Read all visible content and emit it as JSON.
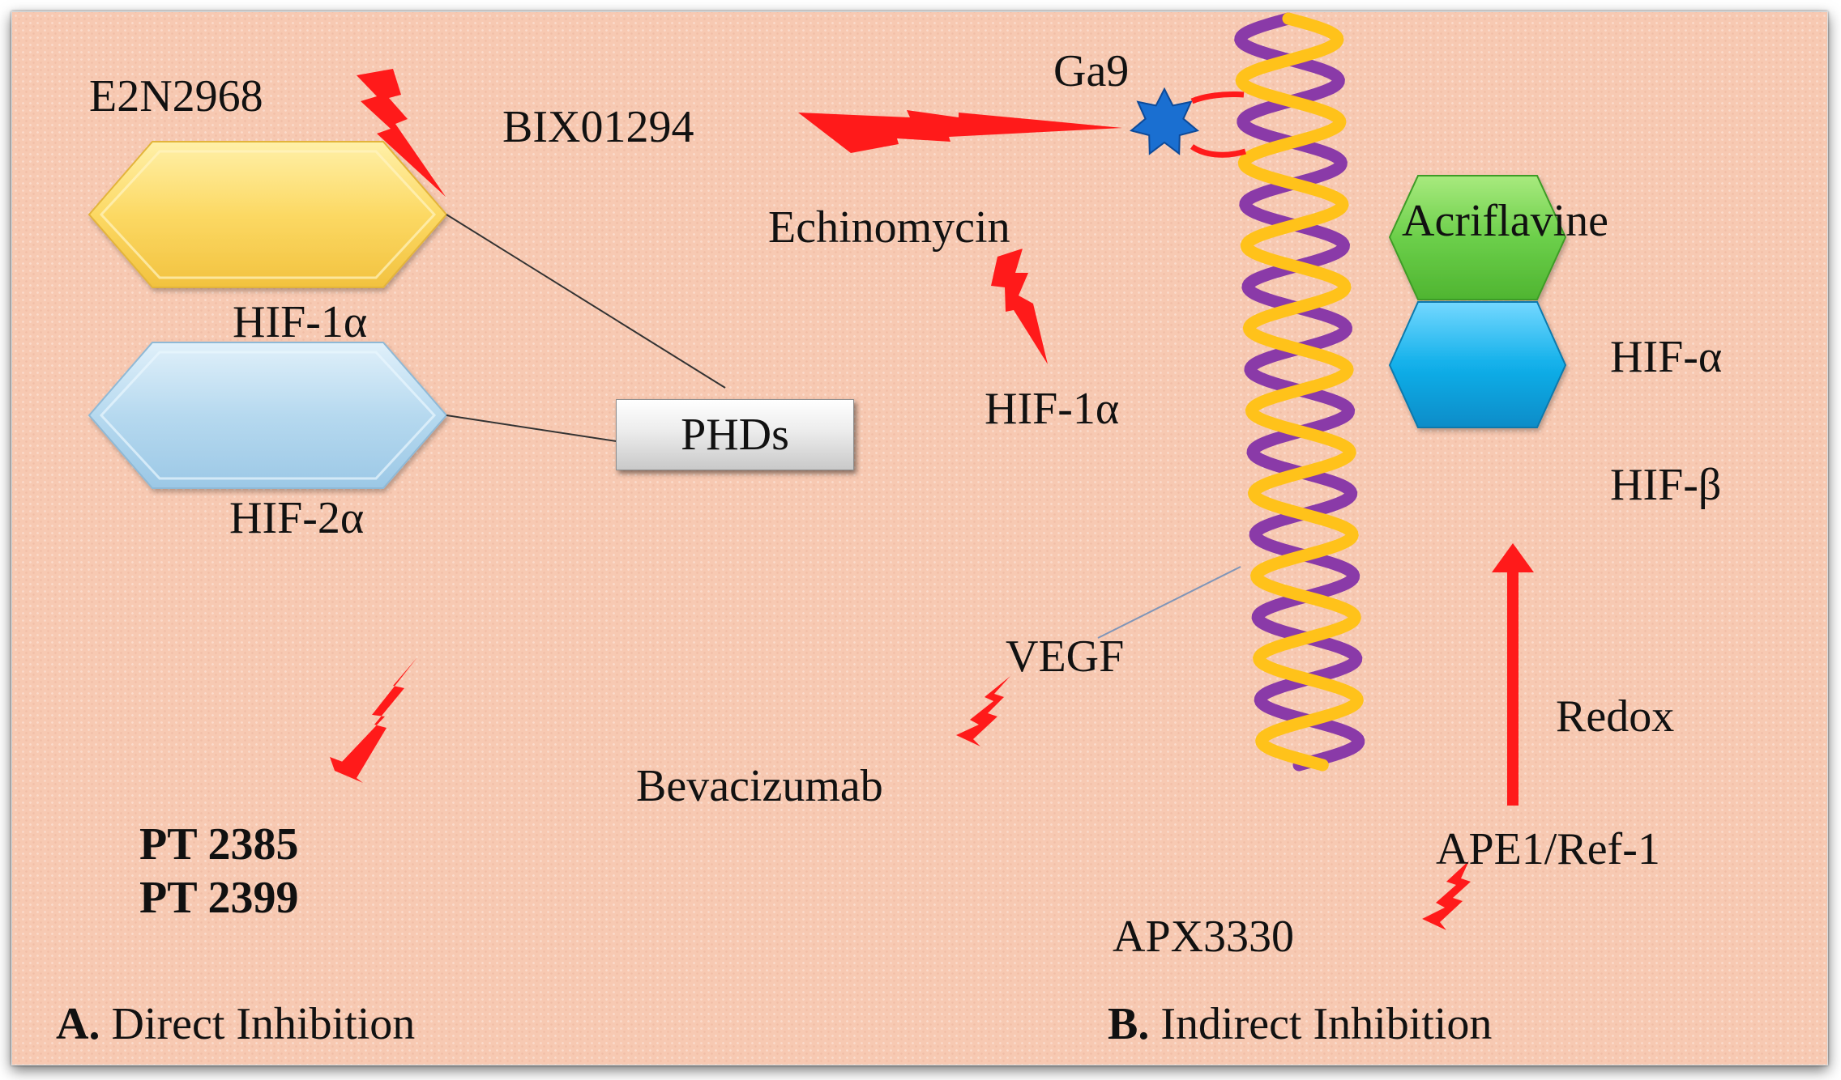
{
  "labels": {
    "e2n2968": "E2N2968",
    "bix01294": "BIX01294",
    "ga9": "Ga9",
    "echinomycin": "Echinomycin",
    "acriflavine": "Acriflavine",
    "hif1a_left": "HIF-1α",
    "hif2a": "HIF-2α",
    "phds": "PHDs",
    "hif1a_mid": "HIF-1α",
    "hif_alpha": "HIF-α",
    "hif_beta": "HIF-β",
    "vegf": "VEGF",
    "bevacizumab": "Bevacizumab",
    "redox": "Redox",
    "pt2385": "PT 2385",
    "pt2399": "PT 2399",
    "ape1": "APE1/Ref-1",
    "apx3330": "APX3330",
    "section_a_letter": "A.",
    "section_a_text": "Direct Inhibition",
    "section_b_letter": "B.",
    "section_b_text": "Indirect Inhibition"
  },
  "colors": {
    "background": "#f7c9b2",
    "hif1a": "#fddc6e",
    "hif2a": "#b9dcf0",
    "hif_alpha": "#6ccf4a",
    "hif_beta": "#12b0ea",
    "lightning": "#ff1a1a",
    "dna_strand_1": "#ffc21a",
    "dna_strand_2": "#8a3aa8",
    "ga9_star": "#1a6fd1"
  }
}
